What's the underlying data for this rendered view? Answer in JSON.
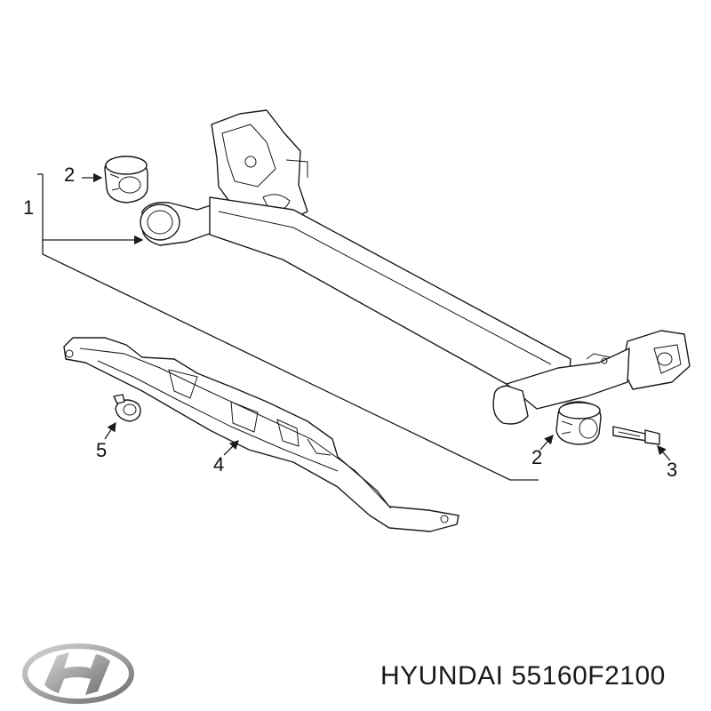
{
  "callouts": {
    "c1": "1",
    "c2a": "2",
    "c2b": "2",
    "c3": "3",
    "c4": "4",
    "c5": "5"
  },
  "caption": {
    "text": "HYUNDAI 55160F2100"
  },
  "logo": {
    "icon": "hyundai-logo-icon",
    "color": "#9a9a9a"
  },
  "colors": {
    "line": "#1a1a1a",
    "background": "#ffffff"
  }
}
